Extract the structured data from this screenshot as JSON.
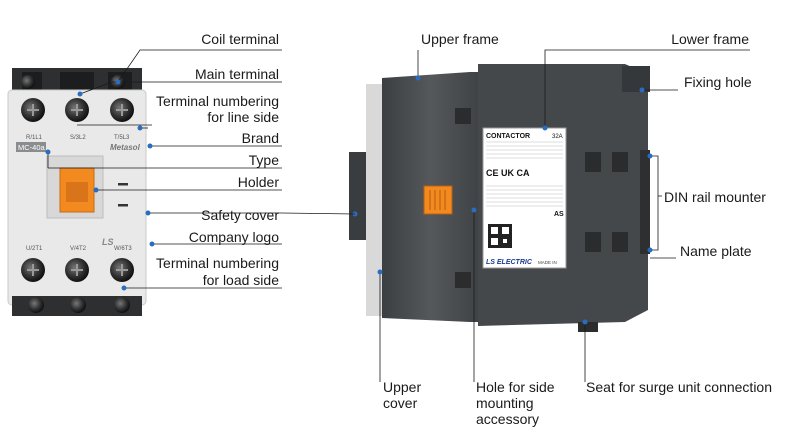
{
  "left_labels": {
    "coil_terminal": "Coil terminal",
    "main_terminal": "Main terminal",
    "terminal_numbering_line_1": "Terminal numbering",
    "terminal_numbering_line_2": "for line side",
    "brand": "Brand",
    "type": "Type",
    "holder": "Holder",
    "safety_cover": "Safety cover",
    "company_logo": "Company logo",
    "terminal_numbering_load_1": "Terminal numbering",
    "terminal_numbering_load_2": "for load side"
  },
  "right_labels": {
    "upper_frame": "Upper frame",
    "lower_frame": "Lower frame",
    "fixing_hole": "Fixing hole",
    "din_rail_mounter": "DIN rail mounter",
    "name_plate": "Name plate",
    "upper_cover_1": "Upper",
    "upper_cover_2": "cover",
    "hole_side_1": "Hole for side",
    "hole_side_2": "mounting",
    "hole_side_3": "accessory",
    "seat_surge": "Seat for surge unit connection"
  },
  "front_device": {
    "brand_text": "Metasol",
    "type_text": "MC-40a",
    "logo_text": "LS",
    "line_terminals": [
      "R/1L1",
      "S/3L2",
      "T/5L3"
    ],
    "load_terminals": [
      "U/2T1",
      "V/4T2",
      "W/6T3"
    ]
  },
  "side_device": {
    "plate_title": "CONTACTOR",
    "plate_rating": "32A",
    "plate_cert": "CE UK CA",
    "plate_model": "AS",
    "plate_brand": "LS ELECTRIC",
    "plate_origin": "MADE IN"
  },
  "colors": {
    "accent_dot": "#2a6cc0",
    "front_body": "#e9e9e9",
    "dark_frame": "#4a4d50",
    "holder_orange": "#f38a1f",
    "leader_line": "#1a1a1a"
  }
}
